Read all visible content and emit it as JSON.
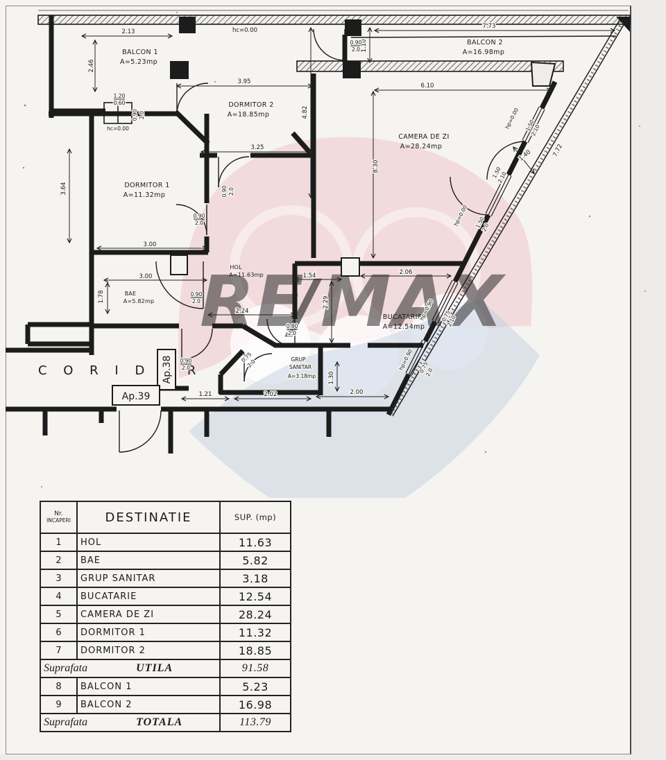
{
  "watermark": {
    "re": "RE",
    "slash": "/",
    "max": "MAX",
    "pink": "#f0c9ce",
    "blue": "#c3d0e2",
    "letters": "#c6d3e6",
    "slash_color": "#e7b6bd"
  },
  "plan": {
    "rooms": [
      {
        "name": "BALCON 1",
        "area": "A=5.23mp"
      },
      {
        "name": "DORMITOR 2",
        "area": "A=18.85mp"
      },
      {
        "name": "BALCON 2",
        "area": "A=16.98mp"
      },
      {
        "name": "CAMERA DE ZI",
        "area": "A=28.24mp"
      },
      {
        "name": "DORMITOR 1",
        "area": "A=11.32mp"
      },
      {
        "name": "HOL",
        "area": "A=11.63mp"
      },
      {
        "name": "BAE",
        "area": "A=5.82mp"
      },
      {
        "name": "BUCATARIE",
        "area": "A=12.54mp"
      },
      {
        "name1": "GRUP",
        "name2": "SANITAR",
        "area": "A=3.18mp"
      }
    ],
    "coridor": "C O R I D O R",
    "ap38": "Ap.38",
    "ap39": "Ap.39",
    "dims": {
      "w213": "2.13",
      "w246": "2.46",
      "w120": "1.20",
      "w060": "0.60",
      "hc0": "hc=0.00",
      "w395": "3.95",
      "w325": "3.25",
      "w482": "4.82",
      "w364": "3.64",
      "w300": "3.00",
      "w178": "1.78",
      "w773": "7.73",
      "w772": "7.72",
      "w610": "6.10",
      "w830": "8.30",
      "w110": "1.10",
      "w140": "1.40",
      "w224": "2.24",
      "w154": "1.54",
      "w229": "2.29",
      "w206": "2.06",
      "w130": "1.30",
      "w121": "1.21",
      "w202": "2.02",
      "w200": "2.00",
      "d090": "0.90",
      "d080": "0.80",
      "d075": "0.75",
      "h20": "2.0",
      "h21": "2.10",
      "w150": "1.50",
      "hp0": "hp=0.00",
      "hp90": "hp=0.90"
    }
  },
  "table": {
    "header": {
      "nr1": "Nr.",
      "nr2": "INCAPERI",
      "dest": "DESTINATIE",
      "sup": "SUP. (mp)"
    },
    "rows": [
      {
        "nr": "1",
        "dest": "HOL",
        "sup": "11.63"
      },
      {
        "nr": "2",
        "dest": "BAE",
        "sup": "5.82"
      },
      {
        "nr": "3",
        "dest": "GRUP SANITAR",
        "sup": "3.18"
      },
      {
        "nr": "4",
        "dest": "BUCATARIE",
        "sup": "12.54"
      },
      {
        "nr": "5",
        "dest": "CAMERA DE ZI",
        "sup": "28.24"
      },
      {
        "nr": "6",
        "dest": "DORMITOR 1",
        "sup": "11.32"
      },
      {
        "nr": "7",
        "dest": "DORMITOR 2",
        "sup": "18.85"
      },
      {
        "label": "Suprafata",
        "label2": "UTILA",
        "sup": "91.58"
      },
      {
        "nr": "8",
        "dest": "BALCON 1",
        "sup": "5.23"
      },
      {
        "nr": "9",
        "dest": "BALCON 2",
        "sup": "16.98"
      },
      {
        "label": "Suprafata",
        "label2": "TOTALA",
        "sup": "113.79"
      }
    ]
  }
}
